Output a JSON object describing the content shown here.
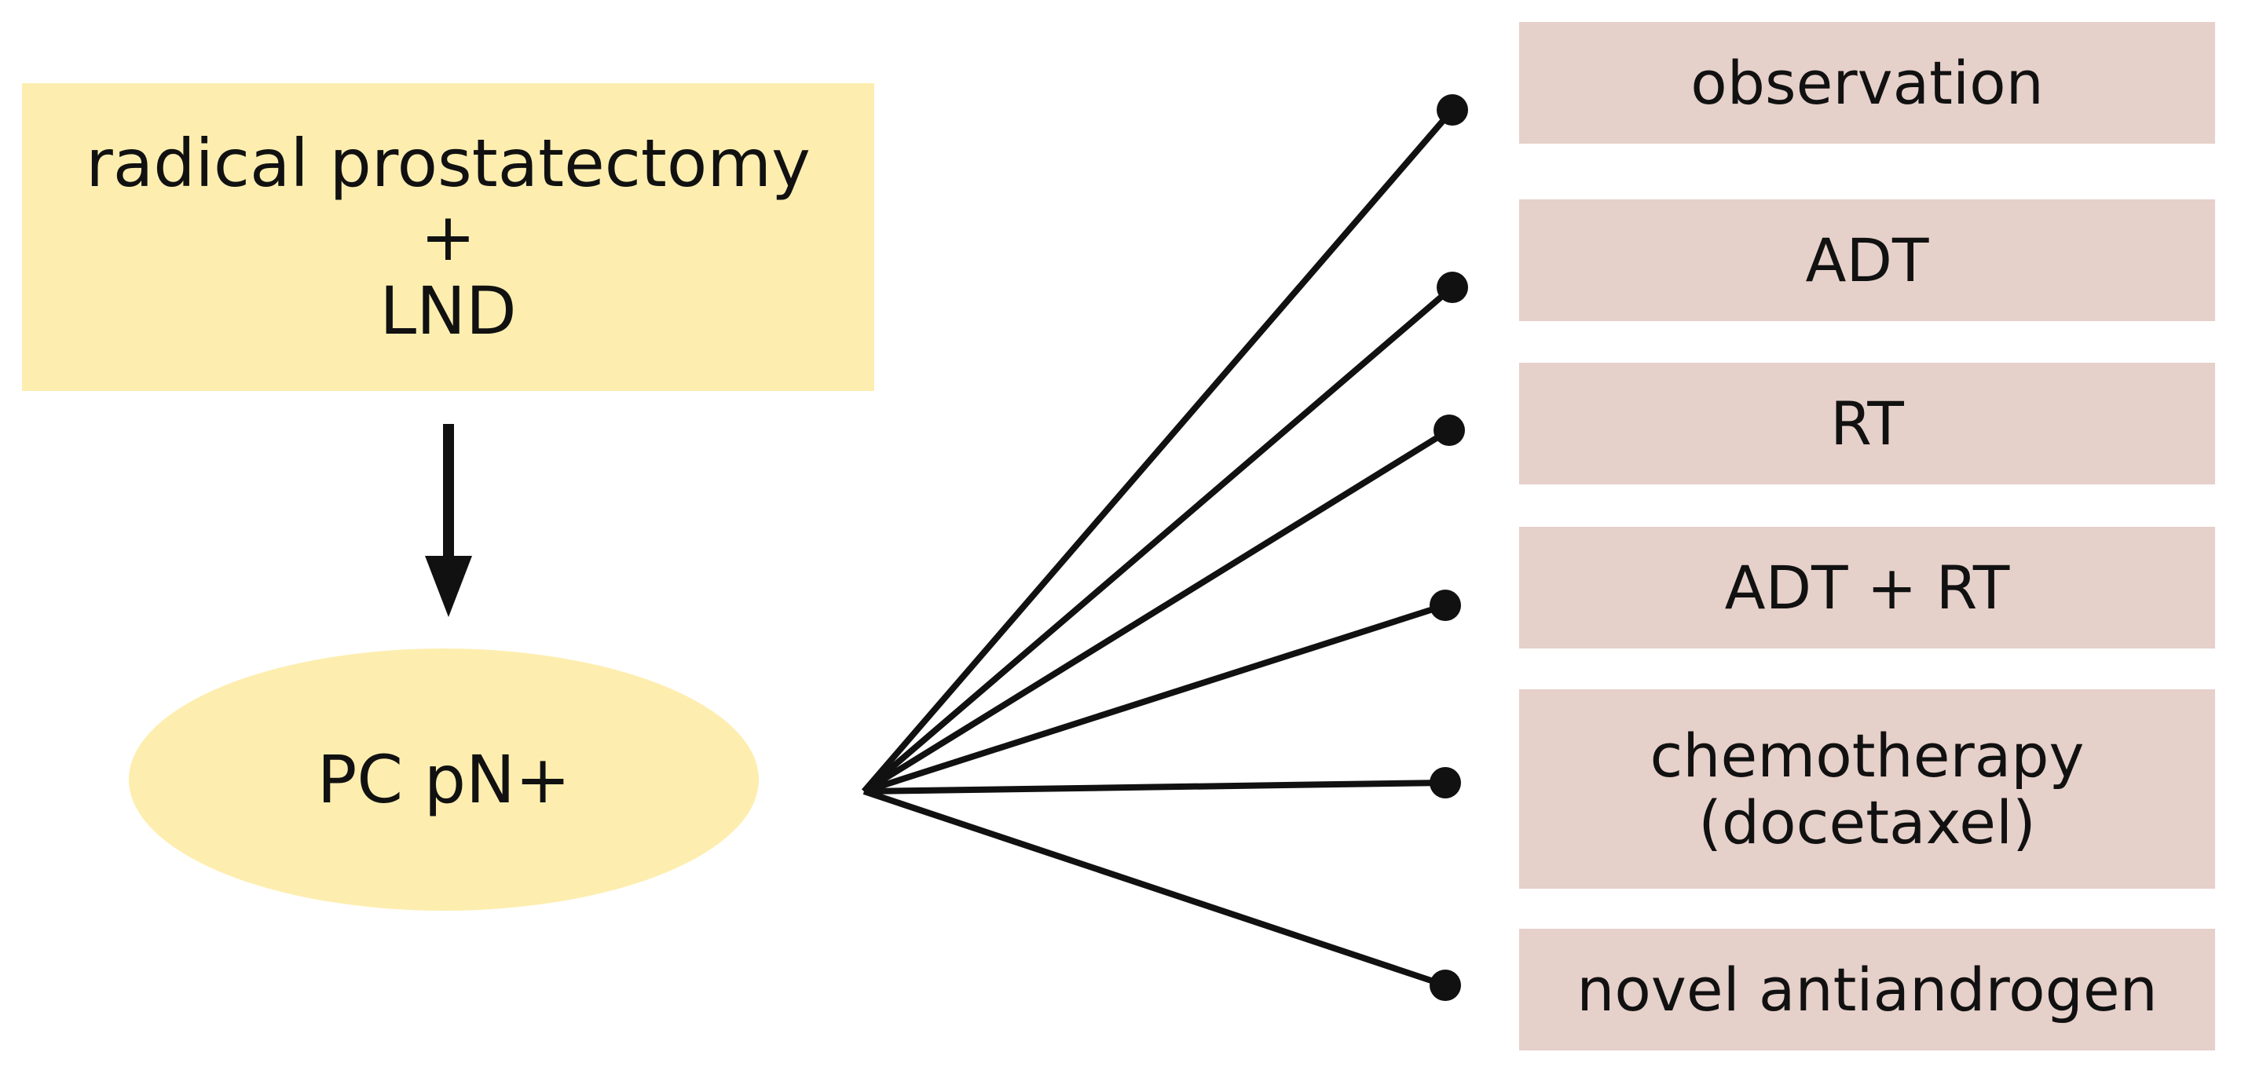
{
  "surgery": {
    "line1": "radical prostatectomy",
    "line2": "+",
    "line3": "LND"
  },
  "diagnosis": {
    "label": "PC pN+"
  },
  "options": [
    {
      "lines": [
        "observation"
      ]
    },
    {
      "lines": [
        "ADT"
      ]
    },
    {
      "lines": [
        "RT"
      ]
    },
    {
      "lines": [
        "ADT + RT"
      ]
    },
    {
      "lines": [
        "chemotherapy",
        "(docetaxel)"
      ]
    },
    {
      "lines": [
        "novel antiandrogen"
      ]
    }
  ],
  "colors": {
    "surgery_fill": "#fdeeb0",
    "diagnosis_fill": "#fdeeb0",
    "option_fill": "#e6d0ca",
    "line": "#111111"
  }
}
